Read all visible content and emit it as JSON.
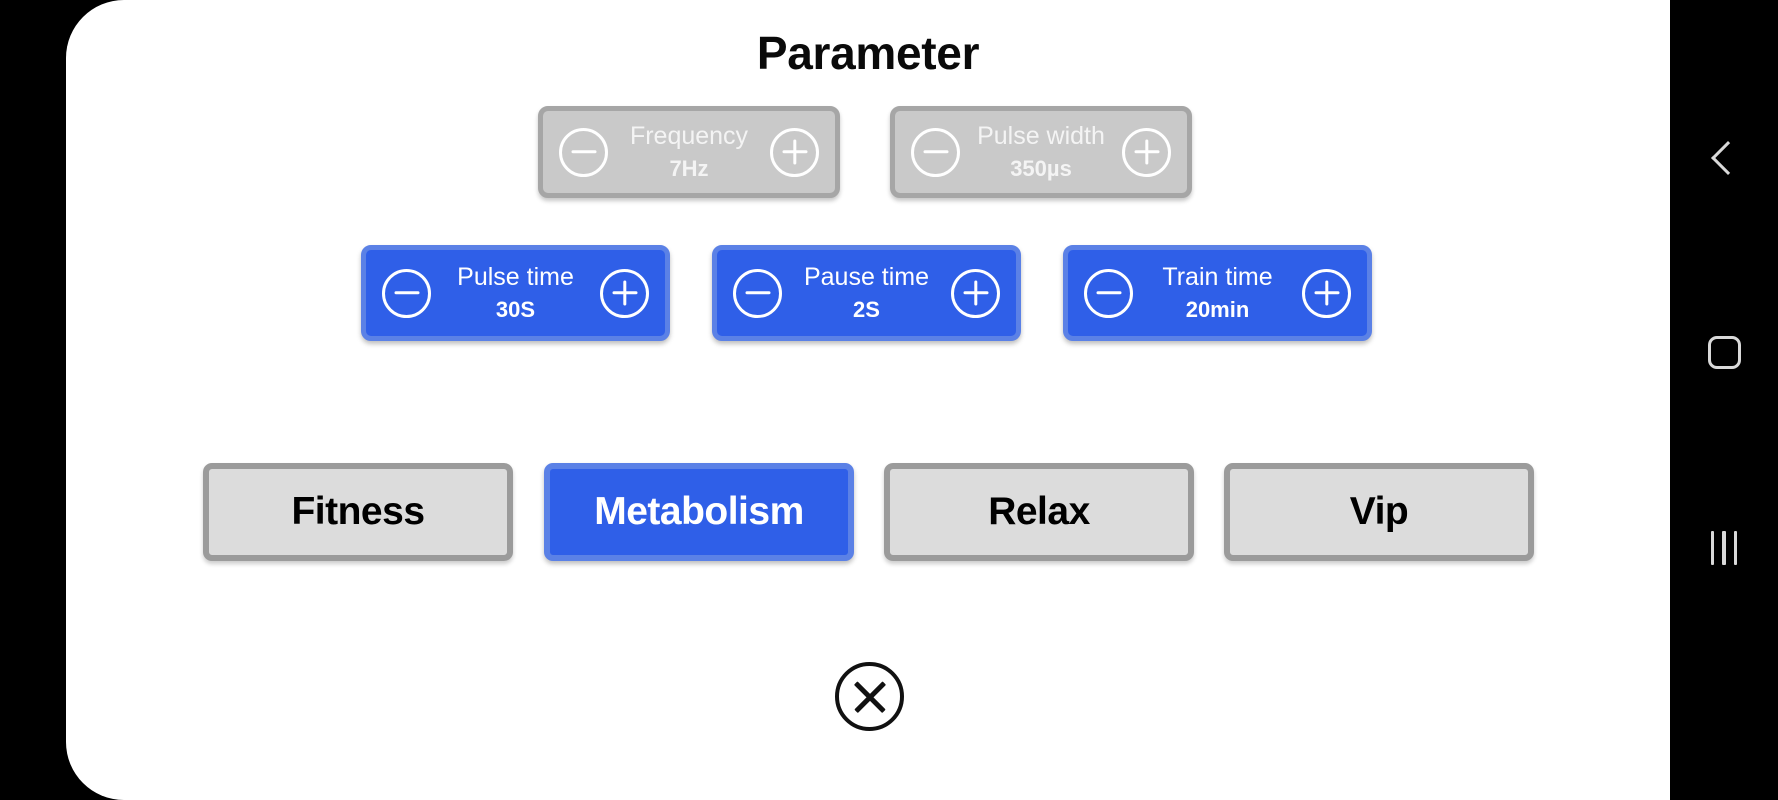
{
  "dialog": {
    "title": "Parameter",
    "close_label": "close-circle"
  },
  "parameters": [
    {
      "name": "frequency",
      "label": "Frequency",
      "value": "7Hz",
      "state": "disabled",
      "decrement_icon": "minus-circle-icon",
      "increment_icon": "plus-circle-icon"
    },
    {
      "name": "pulse-width",
      "label": "Pulse width",
      "value": "350µs",
      "state": "disabled",
      "decrement_icon": "minus-circle-icon",
      "increment_icon": "plus-circle-icon"
    },
    {
      "name": "pulse-time",
      "label": "Pulse time",
      "value": "30S",
      "state": "enabled",
      "decrement_icon": "minus-circle-icon",
      "increment_icon": "plus-circle-icon"
    },
    {
      "name": "pause-time",
      "label": "Pause time",
      "value": "2S",
      "state": "enabled",
      "decrement_icon": "minus-circle-icon",
      "increment_icon": "plus-circle-icon"
    },
    {
      "name": "train-time",
      "label": "Train time",
      "value": "20min",
      "state": "enabled",
      "decrement_icon": "minus-circle-icon",
      "increment_icon": "plus-circle-icon"
    }
  ],
  "modes": [
    {
      "name": "fitness",
      "label": "Fitness",
      "selected": false
    },
    {
      "name": "metabolism",
      "label": "Metabolism",
      "selected": true
    },
    {
      "name": "relax",
      "label": "Relax",
      "selected": false
    },
    {
      "name": "vip",
      "label": "Vip",
      "selected": false
    }
  ],
  "navbar": {
    "back_icon": "chevron-left-icon",
    "home_icon": "home-square-icon",
    "recents_icon": "recents-bars-icon"
  },
  "colors": {
    "accent_blue": "#2f5fe8",
    "accent_blue_border": "#5b81e6",
    "disabled_gray": "#c9c9c9",
    "disabled_gray_border": "#a6a6a6",
    "mode_off_fill": "#dcdcdc",
    "mode_off_border": "#9b9b9b",
    "card_bg": "#ffffff",
    "screen_bg": "#000000",
    "text_dark": "#0a0a0a",
    "text_light": "#ffffff"
  }
}
